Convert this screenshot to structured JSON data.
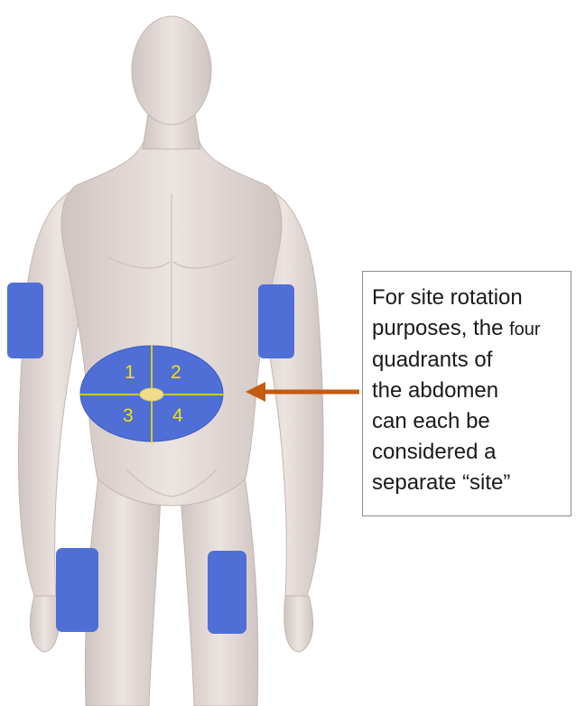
{
  "colors": {
    "site_fill": "#4f6fd6",
    "quadrant_line": "#f2e300",
    "arrow": "#c55a11",
    "skin": "#e3d9d5",
    "callout_border": "#8c8c8c"
  },
  "quadrants": [
    "1",
    "2",
    "3",
    "4"
  ],
  "callout": {
    "line1": "For site rotation",
    "line2_main": "purposes, the ",
    "line2_small": "four",
    "line3": "quadrants of",
    "line4": "the abdomen",
    "line5": "can each be",
    "line6": "considered a",
    "line7": "separate “site”"
  }
}
